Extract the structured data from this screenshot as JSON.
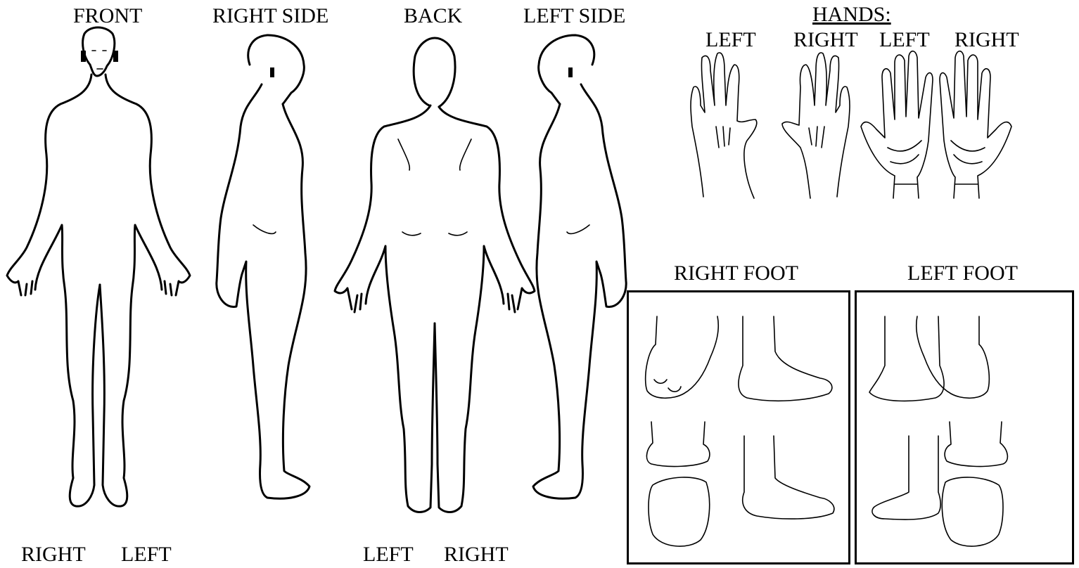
{
  "body_views": {
    "front": "FRONT",
    "right_side": "RIGHT SIDE",
    "back": "BACK",
    "left_side": "LEFT SIDE"
  },
  "bottom_labels": {
    "front_right": "RIGHT",
    "front_left": "LEFT",
    "back_left": "LEFT",
    "back_right": "RIGHT"
  },
  "hands": {
    "title": "HANDS:",
    "labels": [
      "LEFT",
      "RIGHT",
      "LEFT",
      "RIGHT"
    ]
  },
  "feet": {
    "right": "RIGHT FOOT",
    "left": "LEFT FOOT"
  }
}
